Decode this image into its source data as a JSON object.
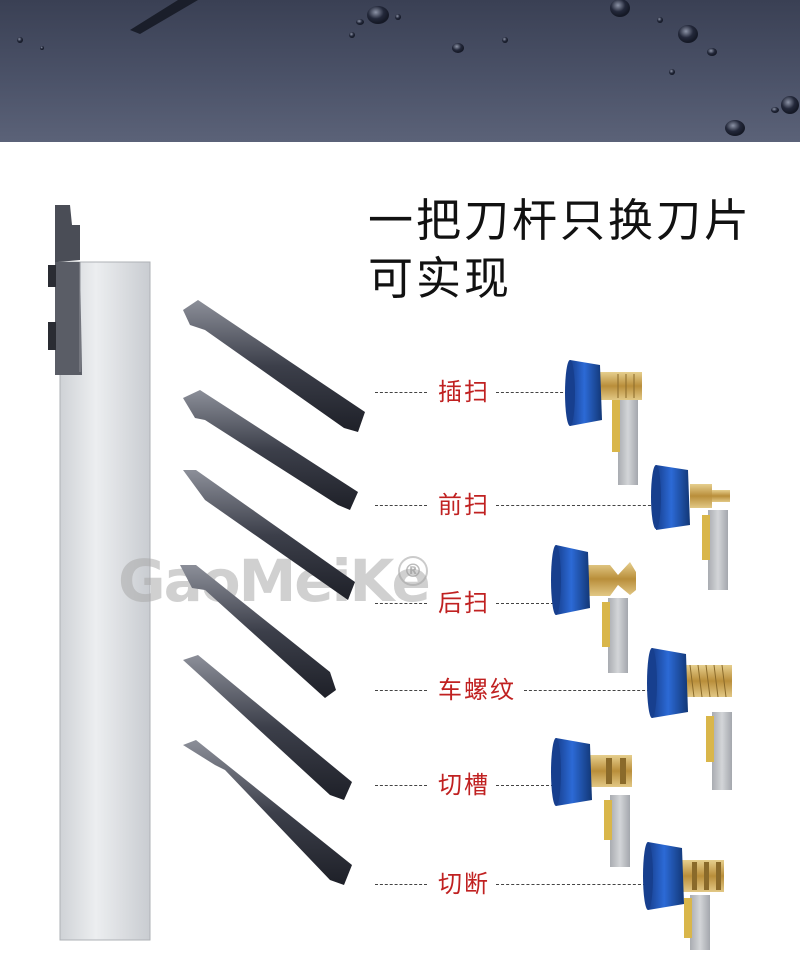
{
  "headline": {
    "line1": "一把刀杆只换刀片",
    "line2": "可实现"
  },
  "brand": {
    "watermark": "GaoMeiKe",
    "registered": "®"
  },
  "operations": [
    {
      "label": "插扫"
    },
    {
      "label": "前扫"
    },
    {
      "label": "后扫"
    },
    {
      "label": "车螺纹"
    },
    {
      "label": "切槽"
    },
    {
      "label": "切断"
    }
  ],
  "colors": {
    "label_red": "#c02121",
    "insert_blue": "#1f56b8",
    "thread_gold": "#c8a24f",
    "banner_dark": "#434a5e"
  }
}
